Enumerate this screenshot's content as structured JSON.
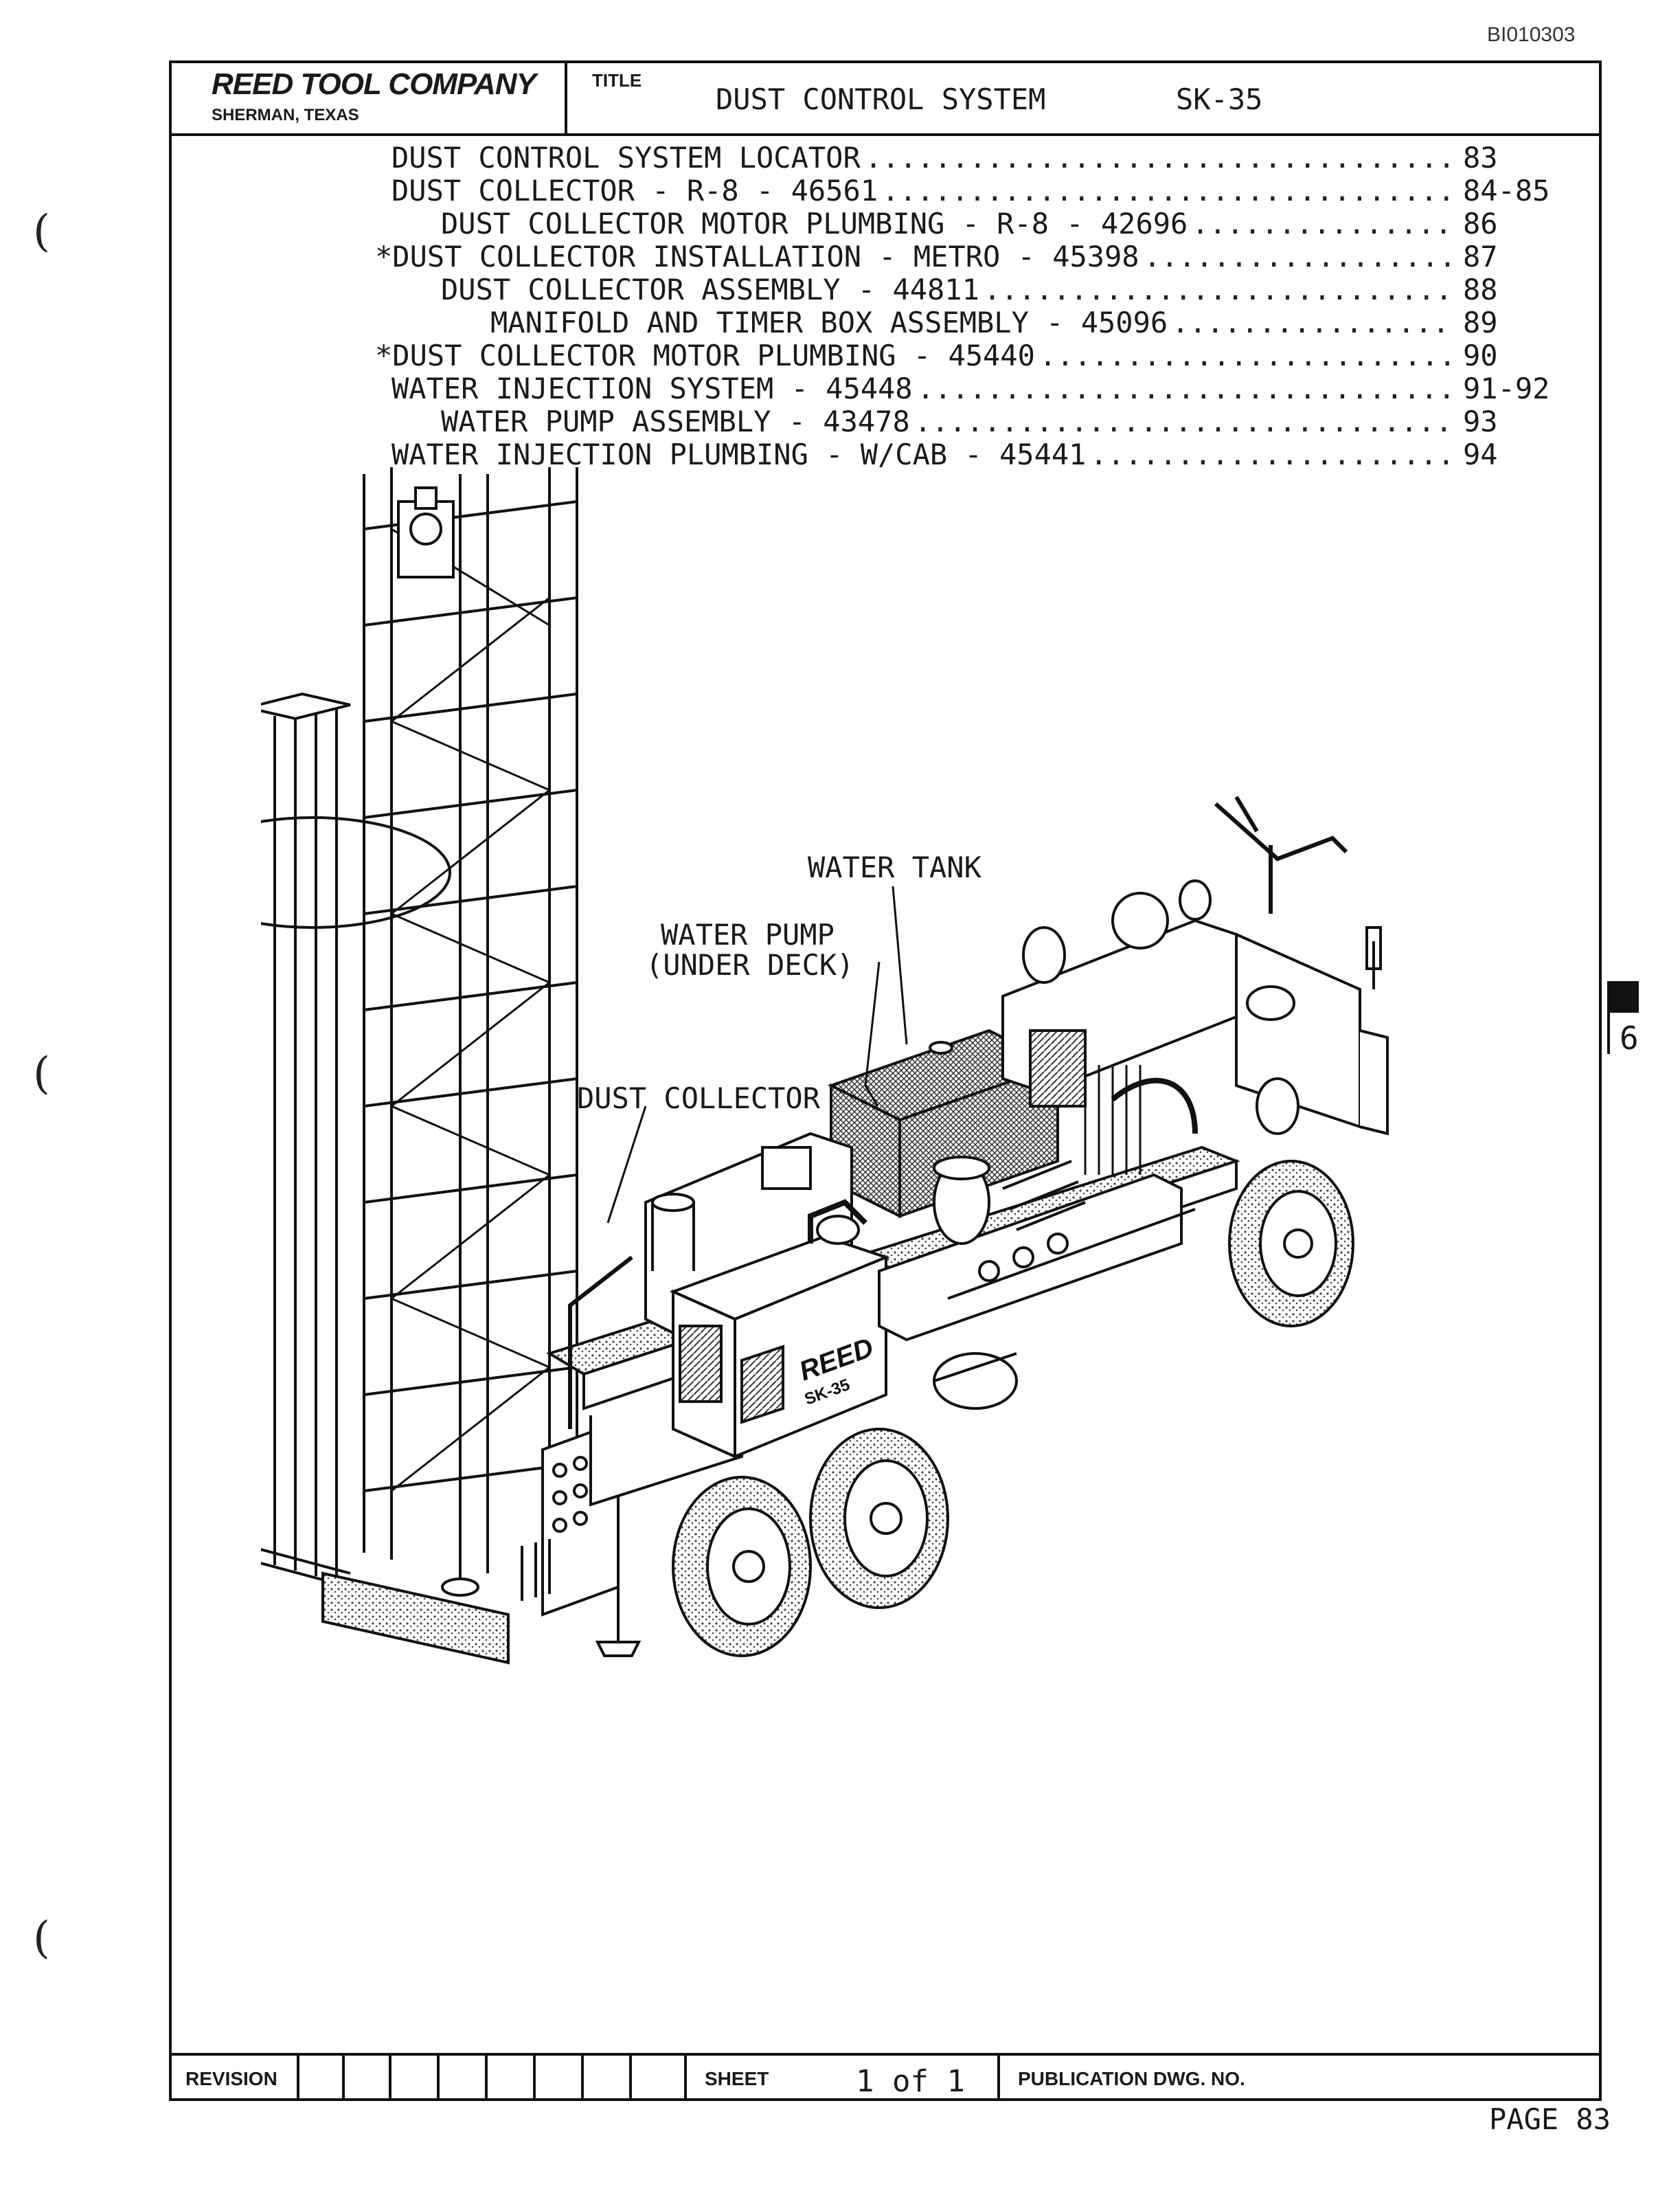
{
  "doc_id": "BI010303",
  "header": {
    "company": "REED TOOL COMPANY",
    "location": "SHERMAN, TEXAS",
    "title_label": "TITLE",
    "title": "DUST CONTROL SYSTEM",
    "model": "SK-35"
  },
  "toc": [
    {
      "text": "DUST CONTROL SYSTEM LOCATOR",
      "page": "83"
    },
    {
      "text": "DUST COLLECTOR - R-8 - 46561",
      "page": "84-85"
    },
    {
      "text": "DUST COLLECTOR MOTOR PLUMBING - R-8 - 42696",
      "page": "86"
    },
    {
      "text": "*DUST COLLECTOR INSTALLATION - METRO - 45398",
      "page": "87"
    },
    {
      "text": "DUST COLLECTOR ASSEMBLY - 44811",
      "page": "88"
    },
    {
      "text": "MANIFOLD AND TIMER BOX ASSEMBLY - 45096",
      "page": "89"
    },
    {
      "text": "*DUST COLLECTOR MOTOR PLUMBING - 45440",
      "page": "90"
    },
    {
      "text": "WATER INJECTION SYSTEM - 45448",
      "page": "91-92"
    },
    {
      "text": "WATER PUMP ASSEMBLY - 43478",
      "page": "93"
    },
    {
      "text": "WATER INJECTION PLUMBING - W/CAB - 45441",
      "page": "94"
    }
  ],
  "callouts": {
    "water_tank": "WATER TANK",
    "water_pump_1": "WATER PUMP",
    "water_pump_2": "(UNDER DECK)",
    "dust_collector": "DUST COLLECTOR"
  },
  "truck_badge": {
    "brand": "REED",
    "model": "SK-35"
  },
  "section_tab": "6",
  "footer": {
    "revision_label": "REVISION",
    "sheet_label": "SHEET",
    "sheet_value": "1 of 1",
    "publication_label": "PUBLICATION DWG. NO.",
    "page": "PAGE 83"
  }
}
